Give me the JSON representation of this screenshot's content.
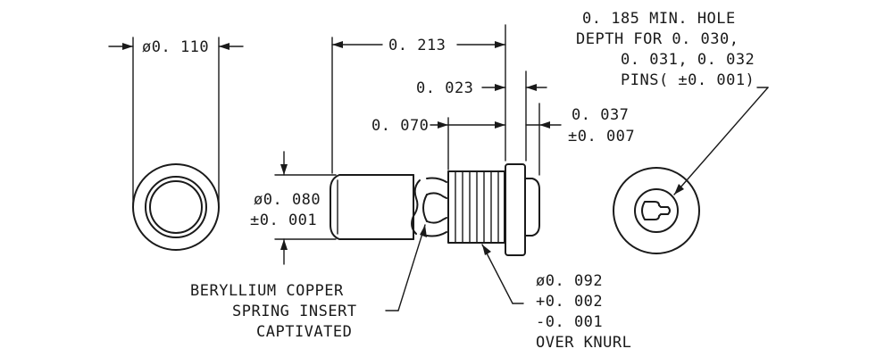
{
  "dimensions": {
    "end_diameter": "ø0. 110",
    "overall_length": "0. 213",
    "flange_thickness": "0. 023",
    "knurl_length": "0. 070",
    "flange_offset": "0. 037",
    "flange_offset_tol": "±0. 007",
    "shank_diameter": "ø0. 080",
    "shank_diameter_tol": "±0. 001",
    "knurl_diameter": "ø0. 092",
    "knurl_tol_plus": "+0. 002",
    "knurl_tol_minus": "-0. 001",
    "knurl_note": "OVER KNURL"
  },
  "hole_note": {
    "line1": "0. 185 MIN.  HOLE",
    "line2": "DEPTH FOR 0. 030,",
    "line3": "0. 031, 0. 032",
    "line4": "PINS( ±0. 001)"
  },
  "insert_note": {
    "line1": "BERYLLIUM COPPER",
    "line2": "SPRING INSERT",
    "line3": "CAPTIVATED"
  }
}
